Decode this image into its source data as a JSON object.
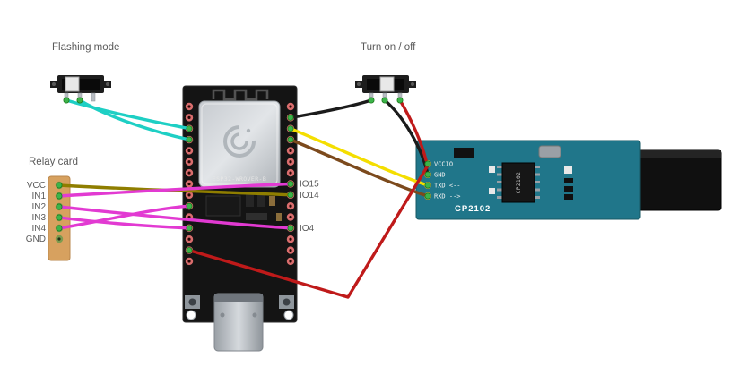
{
  "labels": {
    "flashing_mode": "Flashing mode",
    "turn_on_off": "Turn on / off",
    "relay_card": "Relay card"
  },
  "relay_card": {
    "pin_labels": [
      "VCC",
      "IN1",
      "IN2",
      "IN3",
      "IN4",
      "GND"
    ]
  },
  "esp32": {
    "silkscreen": "ESP32-WROVER-B",
    "gpio_labels": [
      "IO15",
      "IO14",
      "IO4"
    ]
  },
  "cp2102": {
    "pin_labels": [
      "VCCIO",
      "GND",
      "TXD <--",
      "RXD -->"
    ],
    "board_silkscreen": "CP2102",
    "chip_silkscreen": "CP2102"
  },
  "wire_colors": {
    "cyan": "#1ecfc4",
    "magenta": "#e23ad2",
    "olive": "#8f7e00",
    "yellow": "#f4de00",
    "brown": "#7c4a1d",
    "black": "#1b1b1b",
    "red": "#bf1a1a",
    "junction_dot": "#3cb44a"
  },
  "board_colors": {
    "esp32_pcb": "#141414",
    "cp2102_pcb": "#20768a",
    "relay_card": "#d7a15f",
    "usb_plug": "#101010"
  }
}
